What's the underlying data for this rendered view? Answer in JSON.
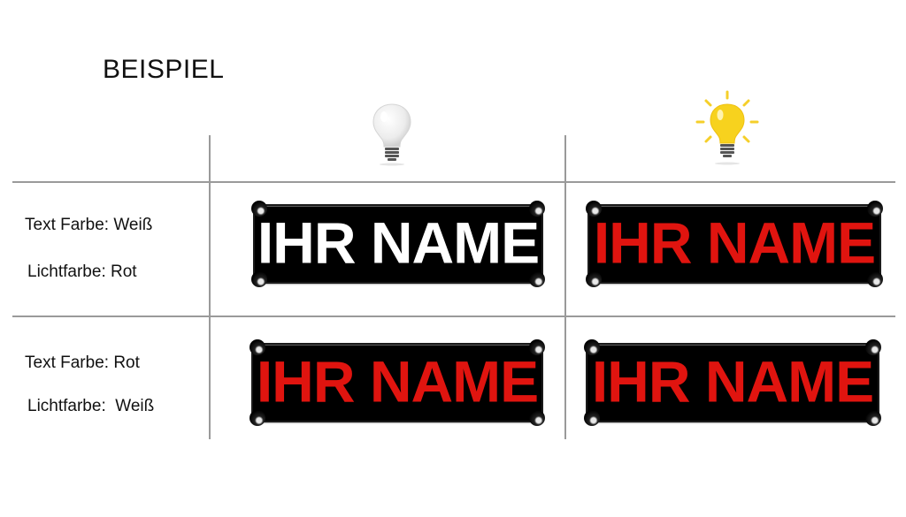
{
  "title": "BEISPIEL",
  "columns": [
    {
      "icon": "lightbulb-off-icon",
      "state": "off"
    },
    {
      "icon": "lightbulb-on-icon",
      "state": "on"
    }
  ],
  "rows": [
    {
      "text_color_label": "Text Farbe: Weiß",
      "light_color_label": "Lichtfarbe: Rot",
      "signs": [
        {
          "text": "IHR NAME",
          "color": "#ffffff"
        },
        {
          "text": "IHR NAME",
          "color": "#e0140f"
        }
      ]
    },
    {
      "text_color_label": "Text Farbe: Rot",
      "light_color_label": "Lichtfarbe:  Weiß",
      "signs": [
        {
          "text": "IHR NAME",
          "color": "#e0140f"
        },
        {
          "text": "IHR NAME",
          "color": "#e0140f"
        }
      ]
    }
  ],
  "colors": {
    "grid": "#9a9a9a",
    "plate": "#000000",
    "red_text": "#e0140f",
    "white_text": "#ffffff",
    "bulb_on": "#f7d21e",
    "bulb_off": "#eeeeee"
  }
}
